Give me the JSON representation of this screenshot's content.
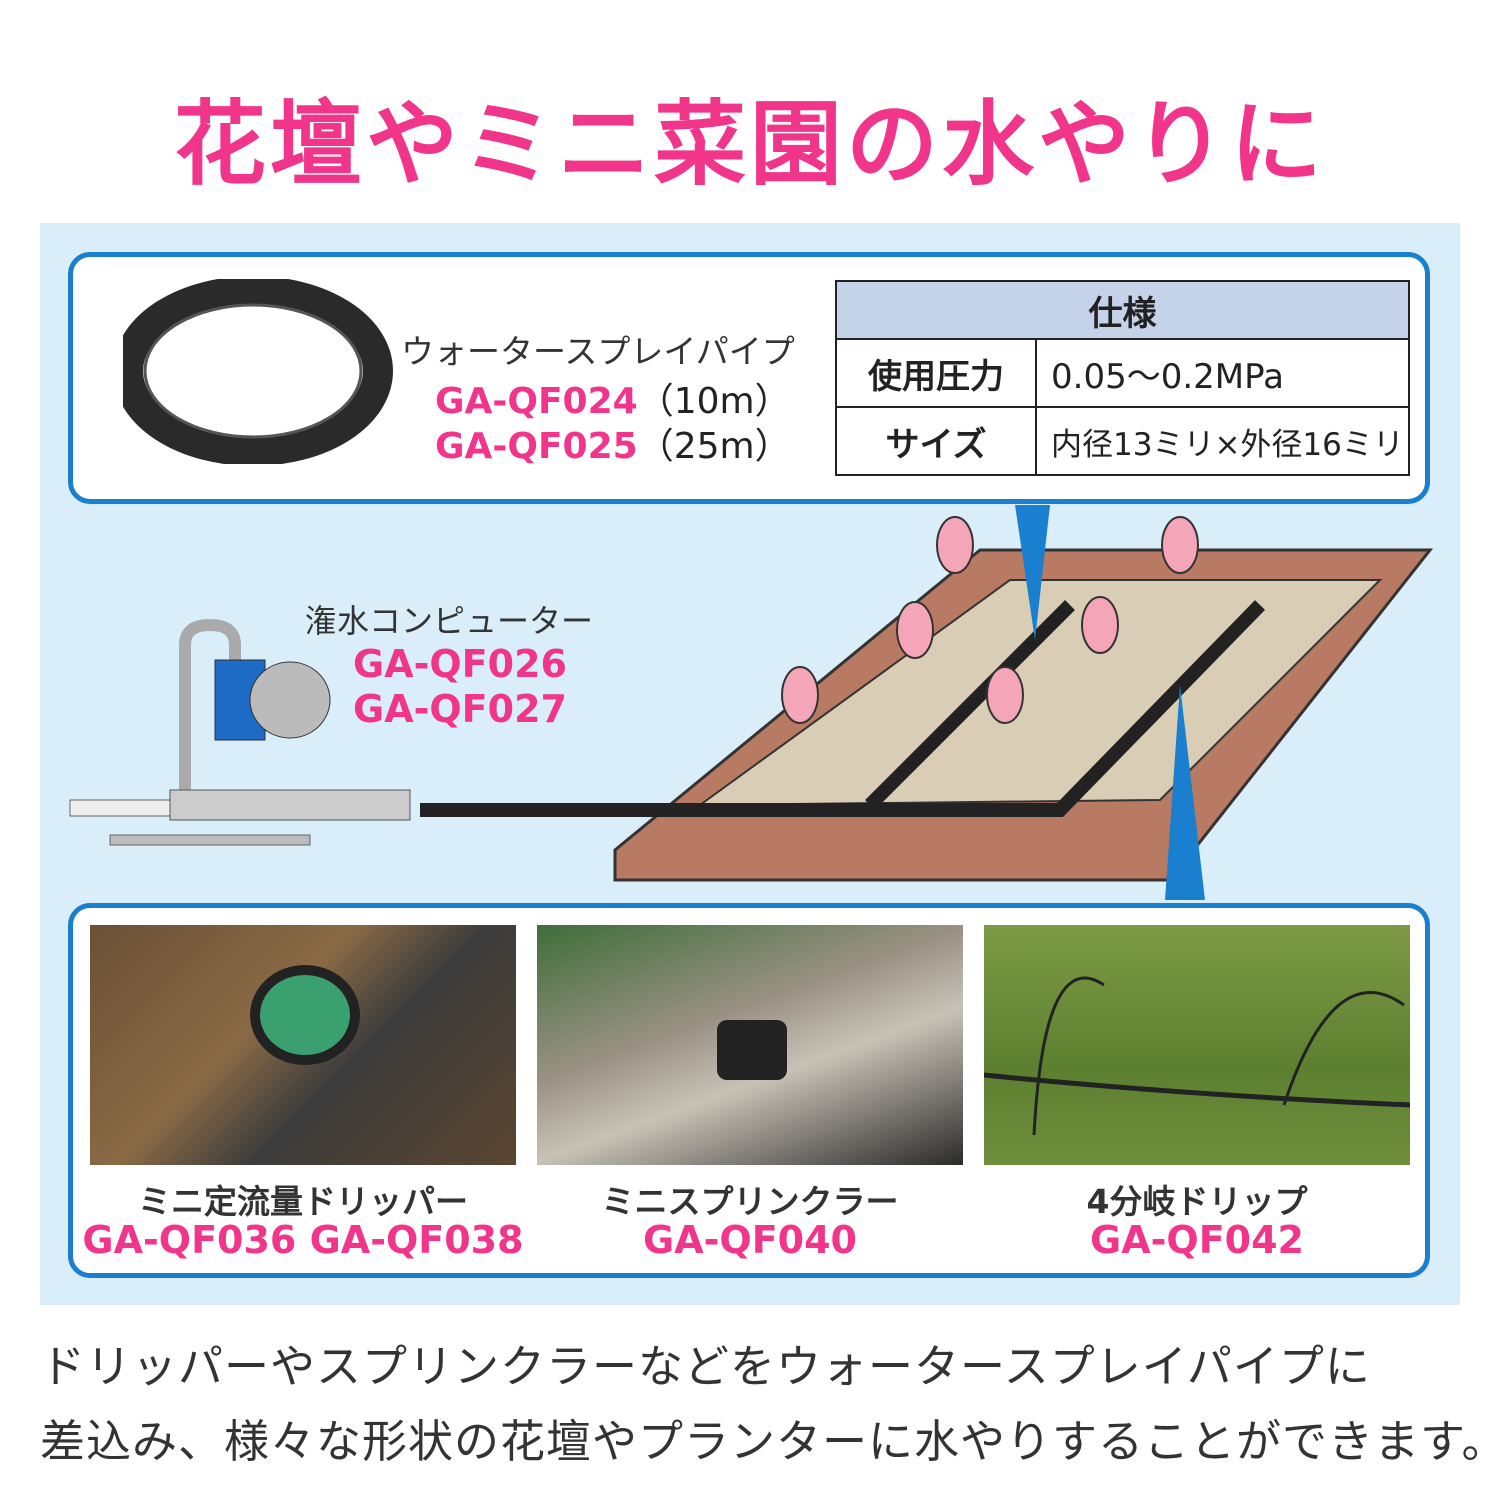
{
  "title": "花壇やミニ菜園の水やりに",
  "pipe": {
    "name": "ウォータースプレイパイプ",
    "codes": [
      {
        "code": "GA-QF024",
        "length": "（10m）"
      },
      {
        "code": "GA-QF025",
        "length": "（25m）"
      }
    ]
  },
  "spec": {
    "header": "仕様",
    "rows": [
      {
        "label": "使用圧力",
        "value": "0.05～0.2MPa"
      },
      {
        "label": "サイズ",
        "value": "内径13ミリ×外径16ミリ"
      }
    ]
  },
  "computer": {
    "name": "潅水コンピューター",
    "codes": [
      "GA-QF026",
      "GA-QF027"
    ]
  },
  "products": [
    {
      "name": "ミニ定流量ドリッパー",
      "codes": "GA-QF036  GA-QF038"
    },
    {
      "name": "ミニスプリンクラー",
      "codes": "GA-QF040"
    },
    {
      "name": "4分岐ドリップ",
      "codes": "GA-QF042"
    }
  ],
  "description": [
    "ドリッパーやスプリンクラーなどをウォータースプレイパイプに",
    "差込み、様々な形状の花壇やプランターに水やりすることができます。"
  ],
  "colors": {
    "accent": "#f0358a",
    "frame": "#1a7fce",
    "panel": "#d9eef8"
  }
}
